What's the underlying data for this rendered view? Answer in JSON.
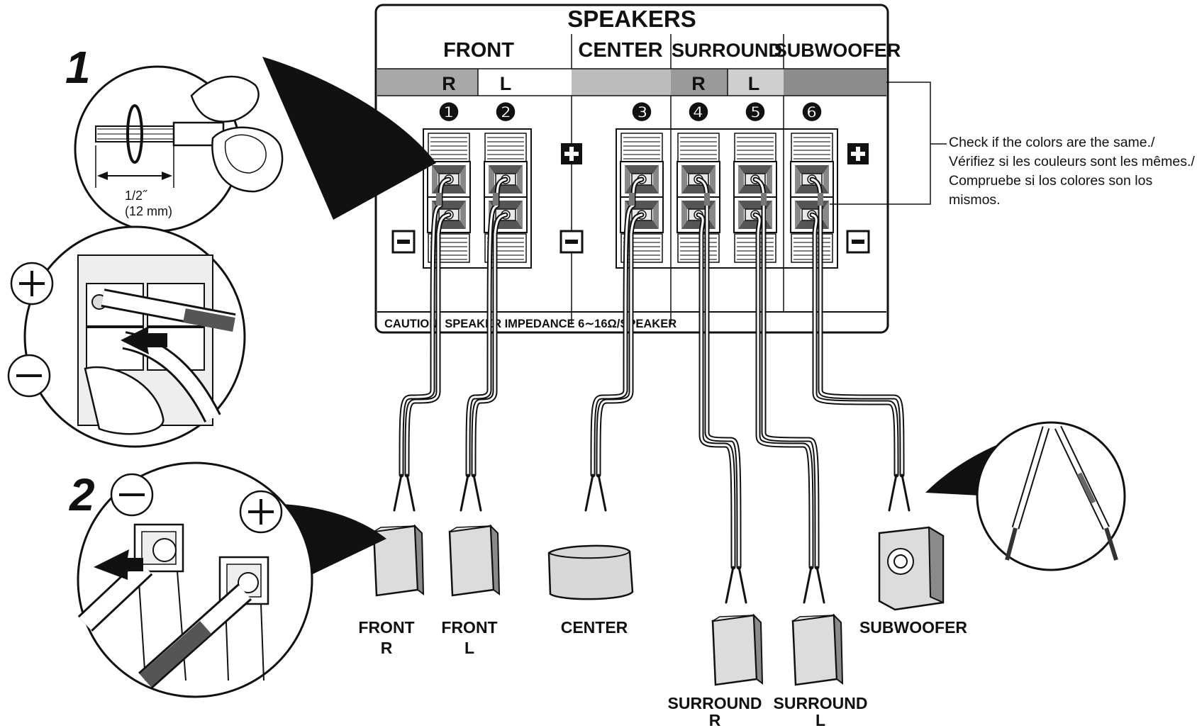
{
  "panel": {
    "title": "SPEAKERS",
    "groups": {
      "front": "FRONT",
      "center": "CENTER",
      "surround": "SURROUND",
      "subwoofer": "SUBWOOFER"
    },
    "channels": {
      "front_r": "R",
      "front_l": "L",
      "surround_r": "R",
      "surround_l": "L"
    },
    "terminal_numbers": [
      "❶",
      "❷",
      "❸",
      "❹",
      "❺",
      "❻"
    ],
    "caution": "CAUTION: SPEAKER IMPEDANCE  6∼16Ω/SPEAKER"
  },
  "colors": {
    "front_r": "#a8a8a8",
    "center": "#bcbcbc",
    "surround_r": "#9a9a9a",
    "surround_l": "#cfcfcf",
    "subwoofer": "#8c8c8c",
    "front_l": "#ffffff"
  },
  "icons": {
    "plus": "plus-icon",
    "minus": "minus-icon"
  },
  "note": {
    "en": "Check if the colors are the same./",
    "fr": "Vérifiez si les couleurs sont les mêmes./",
    "es_1": "Compruebe si los colores son los",
    "es_2": "mismos."
  },
  "steps": {
    "step1": {
      "number": "1",
      "strip_length": "1/2˝",
      "strip_length_mm": "(12 mm)"
    },
    "step2": {
      "number": "2"
    }
  },
  "speakers": {
    "front_r": {
      "line1": "FRONT",
      "line2": "R"
    },
    "front_l": {
      "line1": "FRONT",
      "line2": "L"
    },
    "center": {
      "line1": "CENTER"
    },
    "surround_r": {
      "line1": "SURROUND",
      "line2": "R"
    },
    "surround_l": {
      "line1": "SURROUND",
      "line2": "L"
    },
    "subwoofer": {
      "line1": "SUBWOOFER"
    }
  }
}
